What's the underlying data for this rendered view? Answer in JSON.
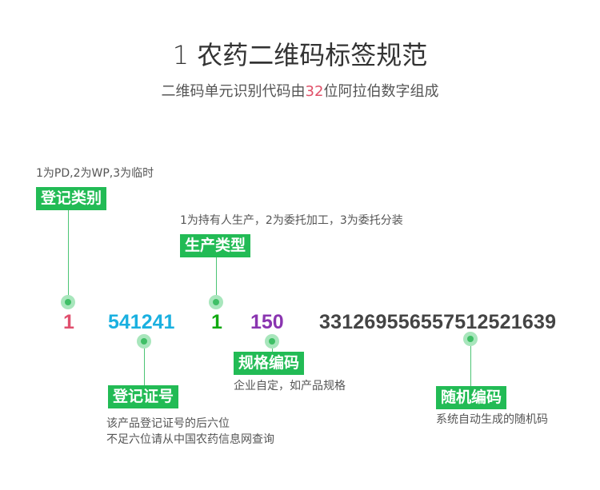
{
  "title": "1 农药二维码标签规范",
  "subtitle": {
    "before": "二维码单元识别代码由",
    "highlight": "32",
    "after": "位阿拉伯数字组成"
  },
  "segments": [
    {
      "value": "1",
      "color": "#e0506e",
      "label": "登记类别",
      "note": "1为PD,2为WP,3为临时"
    },
    {
      "value": "541241",
      "color": "#1ab0e0",
      "label": "登记证号",
      "note_lines": [
        "该产品登记证号的后六位",
        "不足六位请从中国农药信息网查询"
      ]
    },
    {
      "value": "1",
      "color": "#11aa11",
      "label": "生产类型",
      "note": "1为持有人生产，2为委托加工，3为委托分装"
    },
    {
      "value": "150",
      "color": "#8a35b0",
      "label": "规格编码",
      "note": "企业自定，如产品规格"
    },
    {
      "value": "3312695565575125216​39",
      "color": "#444444",
      "label": "随机编码",
      "note": "系统自动生成的随机码"
    }
  ],
  "colors": {
    "badge": "#22bb55",
    "highlight": "#e05068"
  }
}
